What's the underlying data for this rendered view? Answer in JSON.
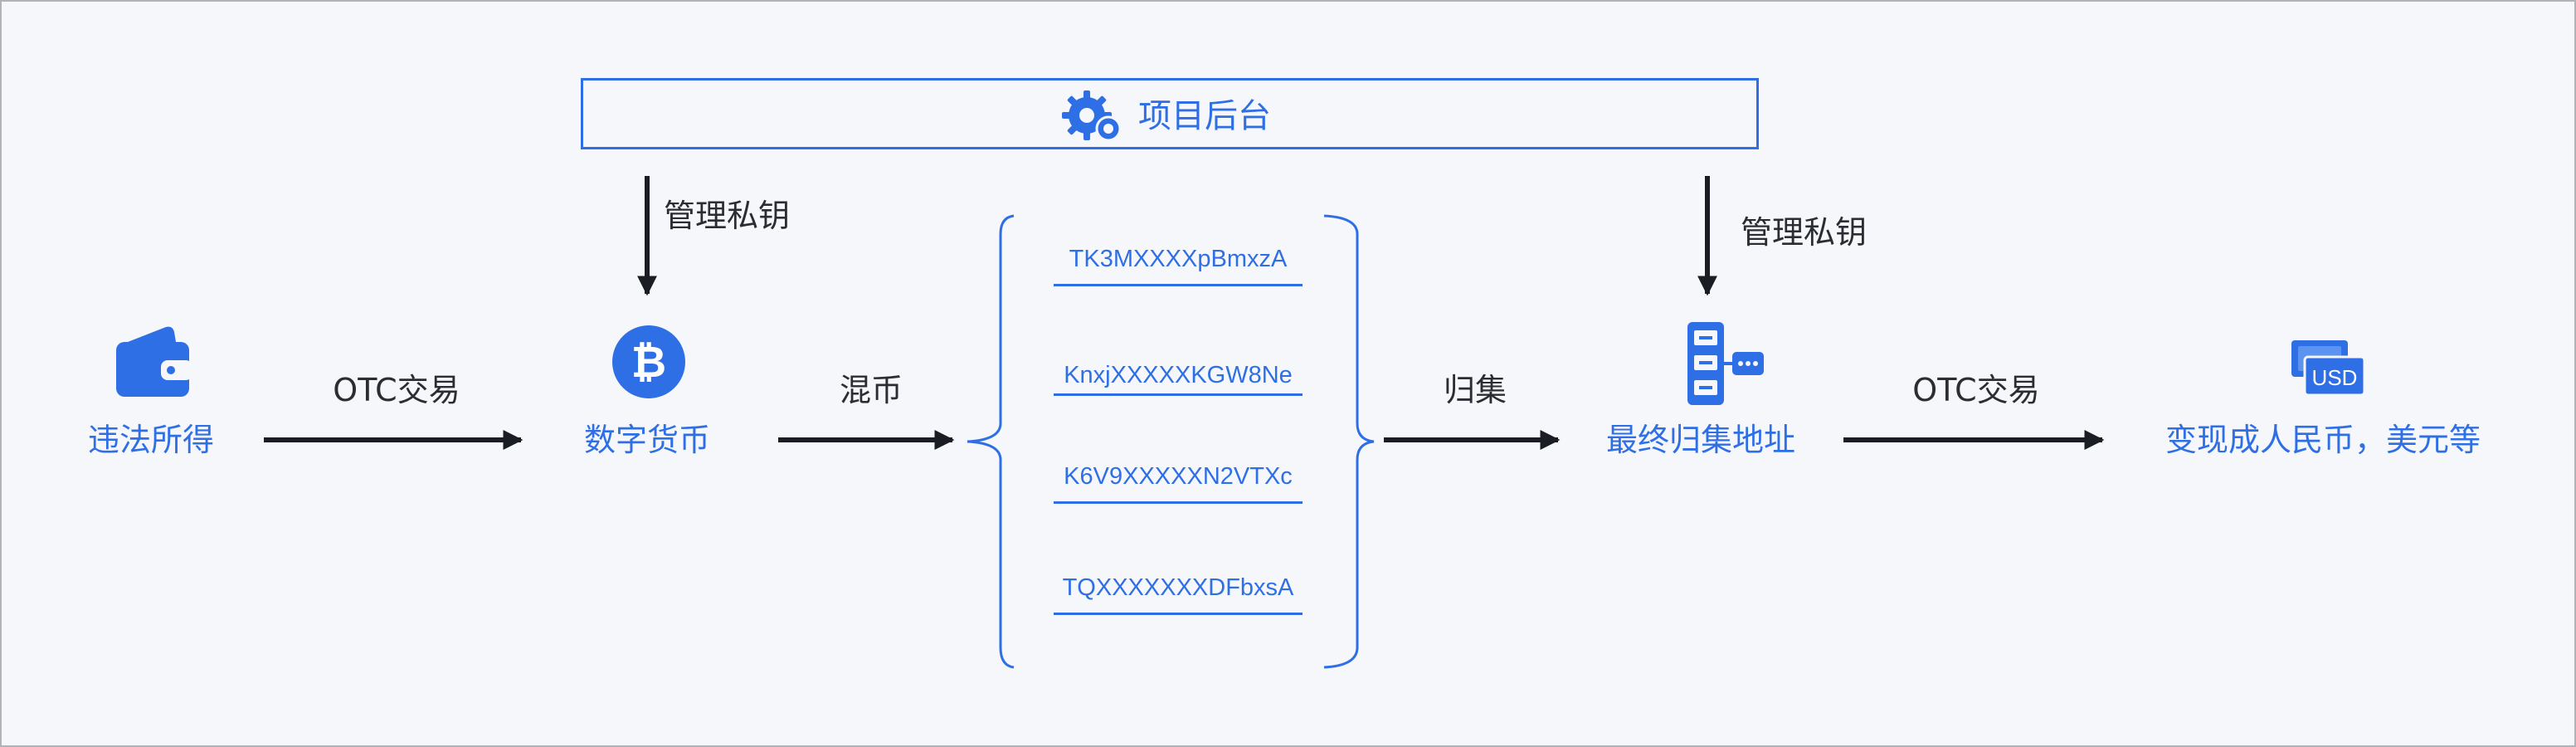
{
  "backend": {
    "title": "项目后台",
    "icon": "gear-icon"
  },
  "nodes": {
    "illegal_income": {
      "label": "违法所得",
      "icon": "wallet-icon"
    },
    "digital_currency": {
      "label": "数字货币",
      "icon": "bitcoin-icon",
      "icon_text": "₿"
    },
    "final_address": {
      "label": "最终归集地址",
      "icon": "server-icon"
    },
    "cash_out": {
      "label": "变现成人民币，美元等",
      "icon": "usd-cash-icon",
      "icon_text": "USD"
    }
  },
  "edges": {
    "otc_1": "OTC交易",
    "mixing": "混币",
    "collect": "归集",
    "otc_2": "OTC交易",
    "manage_key_left": "管理私钥",
    "manage_key_right": "管理私钥"
  },
  "addresses": [
    "TK3MXXXXpBmxzA",
    "KnxjXXXXXKGW8Ne",
    "K6V9XXXXXN2VTXc",
    "TQXXXXXXXDFbxsA"
  ],
  "colors": {
    "accent": "#2f6fe6",
    "arrow": "#1a1d24",
    "text": "#2a2d33",
    "background": "#f5f7fa",
    "border": "#b0b3b8"
  }
}
